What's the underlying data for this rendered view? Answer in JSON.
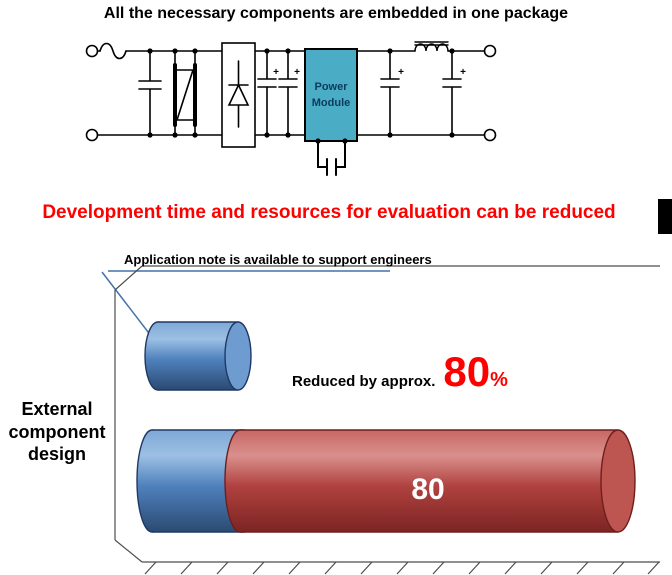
{
  "header": {
    "title": "All the necessary components are embedded in one package"
  },
  "circuit": {
    "module": {
      "line1": "Power",
      "line2": "Module",
      "fill": "#4BACC6"
    },
    "plus": "+"
  },
  "banner": {
    "text": "Development time and resources for evaluation can be reduced",
    "color": "#FF0000"
  },
  "chart": {
    "callout": "Application note is available to support engineers",
    "category_lines": [
      "External",
      "component",
      "design"
    ],
    "annotation": {
      "prefix": "Reduced by approx.",
      "value": "80",
      "unit": "%"
    },
    "bar_label": "80",
    "colors": {
      "blue": "#4F81BD",
      "red": "#B04240",
      "callout_line": "#4472A8"
    }
  },
  "chart_data": {
    "type": "bar",
    "orientation": "horizontal",
    "category": "External component design",
    "bars": [
      {
        "name": "small-bar",
        "value": 16,
        "label": "",
        "color": "#4F81BD"
      },
      {
        "name": "large-bar",
        "value": 80,
        "label": "80",
        "color": "#B04240"
      }
    ],
    "xlim": [
      0,
      100
    ],
    "annotation": "Reduced by approx. 80%",
    "callout": "Application note is available to support engineers",
    "legend": false,
    "grid": false
  }
}
